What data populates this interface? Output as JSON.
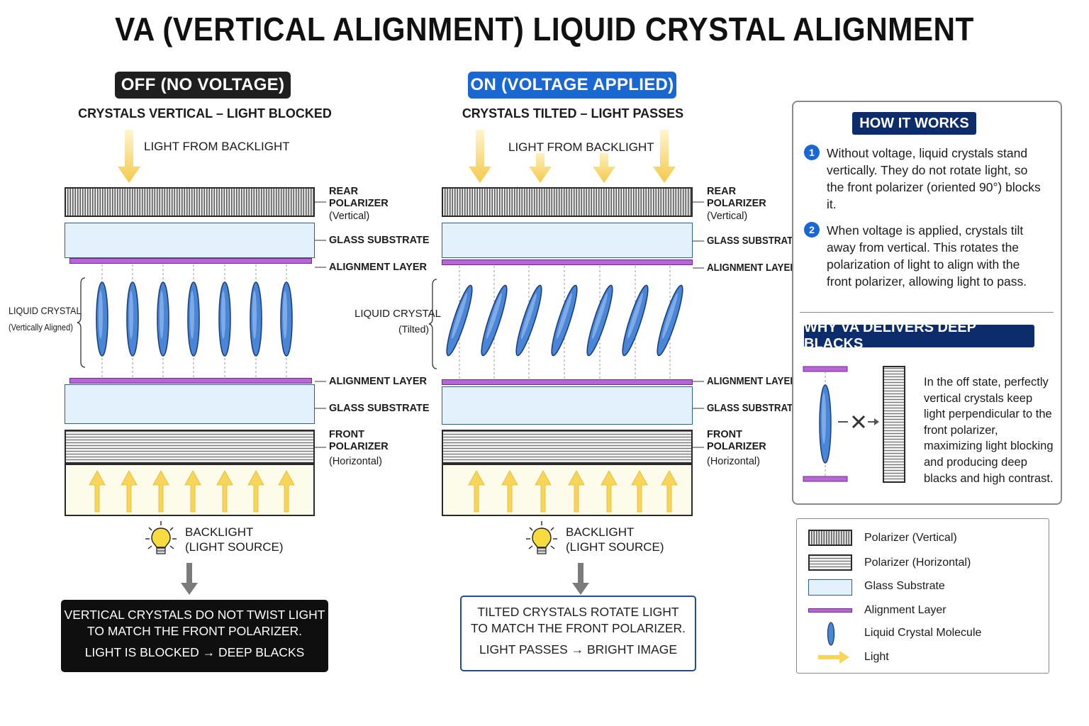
{
  "title": "VA (VERTICAL ALIGNMENT) LIQUID CRYSTAL ALIGNMENT",
  "off": {
    "header": "OFF (NO VOLTAGE)",
    "subtitle": "CRYSTALS VERTICAL – LIGHT BLOCKED",
    "light_label": "LIGHT FROM BACKLIGHT",
    "rear_polarizer": "REAR\nPOLARIZER",
    "rear_polarizer_note": "(Vertical)",
    "glass_top": "GLASS SUBSTRATE",
    "align_top": "ALIGNMENT LAYER",
    "lc_label": "LIQUID CRYSTAL",
    "lc_note": "(Vertically Aligned)",
    "align_bottom": "ALIGNMENT LAYER",
    "glass_bottom": "GLASS SUBSTRATE",
    "front_polarizer": "FRONT\nPOLARIZER",
    "front_polarizer_note": "(Horizontal)",
    "backlight": "BACKLIGHT\n(LIGHT SOURCE)",
    "result_line1": "VERTICAL CRYSTALS DO NOT TWIST LIGHT",
    "result_line2": "TO MATCH THE FRONT POLARIZER.",
    "result_line3": "LIGHT IS BLOCKED → DEEP BLACKS"
  },
  "on": {
    "header": "ON (VOLTAGE APPLIED)",
    "subtitle": "CRYSTALS TILTED – LIGHT PASSES",
    "light_label": "LIGHT FROM BACKLIGHT",
    "rear_polarizer": "REAR\nPOLARIZER",
    "rear_polarizer_note": "(Vertical)",
    "glass_top": "GLASS SUBSTRATE",
    "align_top": "ALIGNMENT LAYER",
    "lc_label": "LIQUID CRYSTAL",
    "lc_note": "(Tilted)",
    "align_bottom": "ALIGNMENT LAYER",
    "glass_bottom": "GLASS SUBSTRATE",
    "front_polarizer": "FRONT\nPOLARIZER",
    "front_polarizer_note": "(Horizontal)",
    "backlight": "BACKLIGHT\n(LIGHT SOURCE)",
    "result_line1": "TILTED CRYSTALS ROTATE LIGHT",
    "result_line2": "TO MATCH THE FRONT POLARIZER.",
    "result_line3": "LIGHT PASSES → BRIGHT IMAGE"
  },
  "how": {
    "title": "HOW IT WORKS",
    "step1_num": "1",
    "step1": "Without voltage, liquid crystals stand vertically. They do not rotate light, so the front polarizer (oriented 90°) blocks it.",
    "step2_num": "2",
    "step2": "When voltage is applied, crystals tilt away from vertical. This rotates the polarization of light to align with the front polarizer, allowing light to pass."
  },
  "why": {
    "title": "WHY VA DELIVERS DEEP BLACKS",
    "text": "In the off state, perfectly vertical crystals keep light perpendicular to the front polarizer, maximizing light blocking and producing deep blacks and high contrast."
  },
  "legend": {
    "items": [
      "Polarizer (Vertical)",
      "Polarizer (Horizontal)",
      "Glass Substrate",
      "Alignment Layer",
      "Liquid Crystal Molecule",
      "Light"
    ]
  },
  "colors": {
    "blue_accent": "#1967d2",
    "navy": "#0c2c6b",
    "crystal": "#4a86d8",
    "alignment": "#b866d6",
    "light": "#f7d55a",
    "glass": "#e3f1fc"
  }
}
